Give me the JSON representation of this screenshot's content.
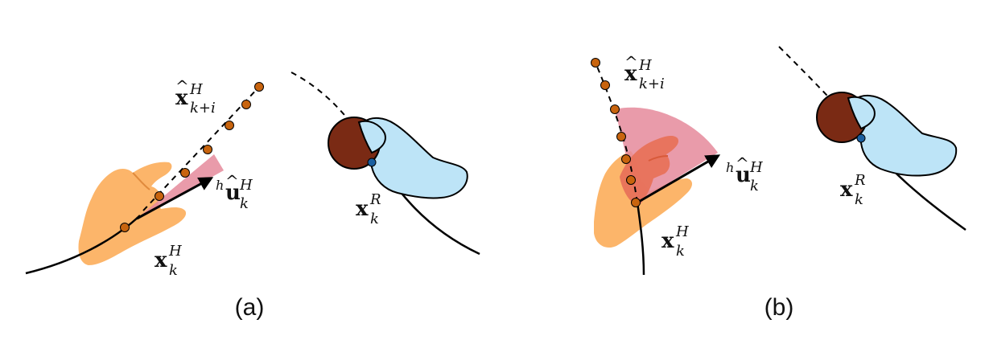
{
  "panels": [
    {
      "caption": "(a)",
      "labels": {
        "pred": {
          "base": "x",
          "sup": "H",
          "sub": "k+i"
        },
        "dir": {
          "pre": "h",
          "base": "u",
          "sup": "H",
          "sub": "k"
        },
        "human": {
          "base": "x",
          "sup": "H",
          "sub": "k"
        },
        "robot": {
          "base": "x",
          "sup": "R",
          "sub": "k"
        }
      }
    },
    {
      "caption": "(b)",
      "labels": {
        "pred": {
          "base": "x",
          "sup": "H",
          "sub": "k+i"
        },
        "dir": {
          "pre": "h",
          "base": "u",
          "sup": "H",
          "sub": "k"
        },
        "human": {
          "base": "x",
          "sup": "H",
          "sub": "k"
        },
        "robot": {
          "base": "x",
          "sup": "R",
          "sub": "k"
        }
      }
    }
  ],
  "colors": {
    "human_hand": "#fcb56a",
    "robot_hand": "#bde4f7",
    "cone": "#e58a9b",
    "object": "#7a2a14",
    "traj_dots": "#c8640e",
    "robot_point": "#1a5fa0",
    "human_finger": "#e8725a"
  }
}
